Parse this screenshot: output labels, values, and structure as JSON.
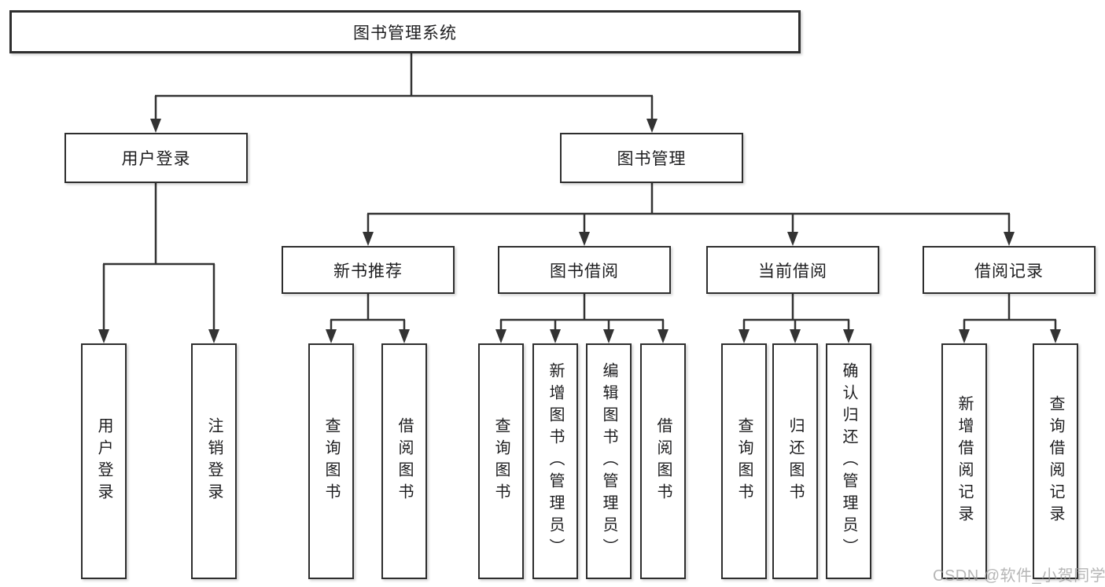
{
  "tree": {
    "label": "图书管理系统",
    "children": [
      {
        "label": "用户登录",
        "children": [
          {
            "label": "用户登录"
          },
          {
            "label": "注销登录"
          }
        ]
      },
      {
        "label": "图书管理",
        "children": [
          {
            "label": "新书推荐",
            "children": [
              {
                "label": "查询图书"
              },
              {
                "label": "借阅图书"
              }
            ]
          },
          {
            "label": "图书借阅",
            "children": [
              {
                "label": "查询图书"
              },
              {
                "label": "新增图书（管理员）"
              },
              {
                "label": "编辑图书（管理员）"
              },
              {
                "label": "借阅图书"
              }
            ]
          },
          {
            "label": "当前借阅",
            "children": [
              {
                "label": "查询图书"
              },
              {
                "label": "归还图书"
              },
              {
                "label": "确认归还（管理员）"
              }
            ]
          },
          {
            "label": "借阅记录",
            "children": [
              {
                "label": "新增借阅记录"
              },
              {
                "label": "查询借阅记录"
              }
            ]
          }
        ]
      }
    ]
  },
  "watermark": "CSDN @软件_小贺同学",
  "colors": {
    "line": "#333333",
    "border": "#2e2e2e",
    "text": "#1d1d1f",
    "watermark": "#9e9e9e",
    "background": "#ffffff"
  }
}
